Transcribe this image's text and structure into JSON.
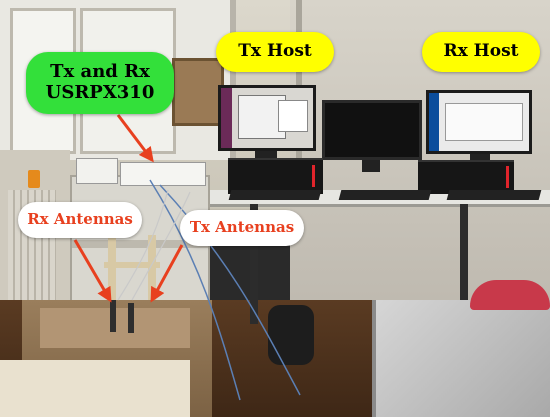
{
  "labels": {
    "tx_rx_usrp": "Tx and Rx\nUSRPX310",
    "tx_host": "Tx Host",
    "rx_host": "Rx Host",
    "rx_antennas": "Rx Antennas",
    "tx_antennas": "Tx Antennas"
  },
  "colors": {
    "usrp_label_bg": "#33e03a",
    "host_label_bg": "#ffff00",
    "antenna_label_bg": "#ffffff",
    "antenna_label_text": "#e8401f",
    "arrow": "#e8401f",
    "dark_text": "#000000"
  }
}
